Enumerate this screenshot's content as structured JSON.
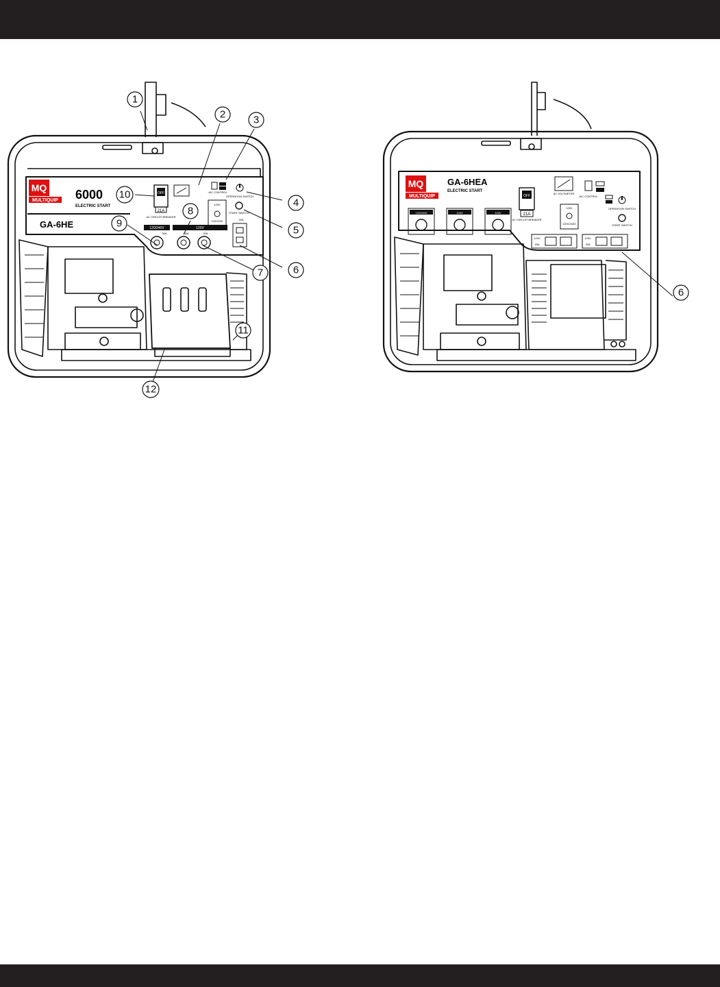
{
  "figure_left": {
    "model": "GA-6HE",
    "capacity": "6000",
    "start_type": "ELECTRIC START",
    "brand_badge": "MQ",
    "brand": "MULTIQUIP",
    "breaker_state": "OFF",
    "breaker_rating": "21A",
    "breaker_label": "AC CIRCUIT BREAKER",
    "ac_control_label": "A/C CONTROL",
    "operation_switch_label": "OPERATION SWITCH",
    "start_switch_label": "START SWITCH",
    "voltage_switch_label": "120V",
    "voltage_switch_sub": "120/240V",
    "receptacle_label_1": "120/240V",
    "receptacle_amp_1": "30A",
    "receptacle_label_2": "120V",
    "receptacle_amp_2": "30A",
    "receptacle_amp_3": "20A",
    "gfci_amp": "20A",
    "callouts": [
      "1",
      "2",
      "3",
      "4",
      "5",
      "6",
      "7",
      "8",
      "9",
      "10",
      "11",
      "12"
    ]
  },
  "figure_right": {
    "model": "GA-6HEA",
    "start_type": "ELECTRIC START",
    "brand_badge": "MQ",
    "brand": "MULTIQUIP",
    "breaker_state": "OFF",
    "breaker_rating": "21A",
    "breaker_label": "AC CIRCUIT BREAKER",
    "voltmeter_label": "AC VOLTMETER",
    "ac_control_label": "A/C CONTROL",
    "operation_switch_label": "OPERATION SWITCH",
    "start_switch_label": "START SWITCH",
    "voltage_switch_label": "120V",
    "voltage_switch_sub": "120V/240V",
    "receptacle_label_1": "120/240V",
    "receptacle_label_2": "120V",
    "receptacle_label_3": "120V",
    "gfci_label_1": "120V",
    "gfci_amp_1": "20A",
    "gfci_label_2": "120V",
    "gfci_amp_2": "20A",
    "callouts": [
      "6"
    ]
  }
}
